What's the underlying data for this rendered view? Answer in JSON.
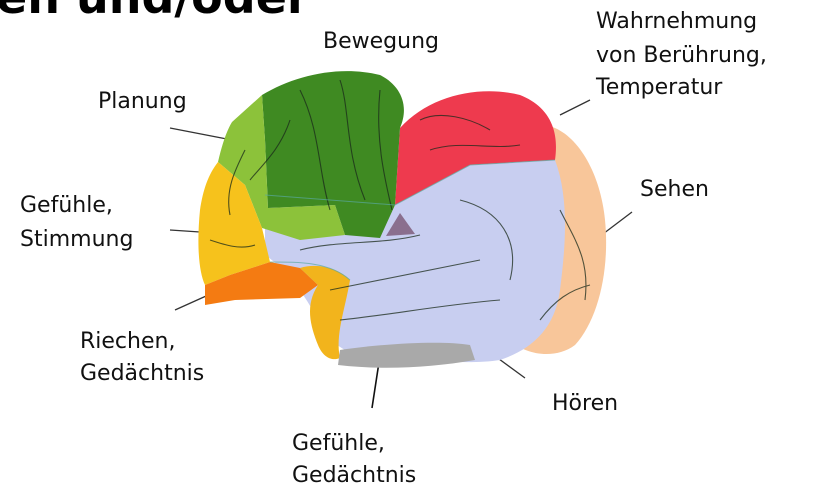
{
  "heading": "en und/oder",
  "labels": {
    "bewegung": "Bewegung",
    "wahrnehmung_1": "Wahrnehmung",
    "wahrnehmung_2": "von Berührung,",
    "wahrnehmung_3": "Temperatur",
    "planung": "Planung",
    "gefuehle_stimmung_1": "Gefühle,",
    "gefuehle_stimmung_2": "Stimmung",
    "sehen": "Sehen",
    "riechen_1": "Riechen,",
    "riechen_2": "Gedächtnis",
    "hoeren": "Hören",
    "gefuehle_gedaechtnis_1": "Gefühle,",
    "gefuehle_gedaechtnis_2": "Gedächtnis"
  },
  "region_colors": {
    "motor": "#3f8a22",
    "premotor": "#8cc23a",
    "prefrontal": "#f6c21c",
    "orbitofrontal": "#f47b12",
    "somatosensory": "#ee3a4e",
    "occipital": "#f8c69a",
    "temporal": "#c8cef0",
    "insula": "#8a6f8e",
    "limbic": "#f2b41c",
    "brainstem": "#a9a9a9"
  }
}
